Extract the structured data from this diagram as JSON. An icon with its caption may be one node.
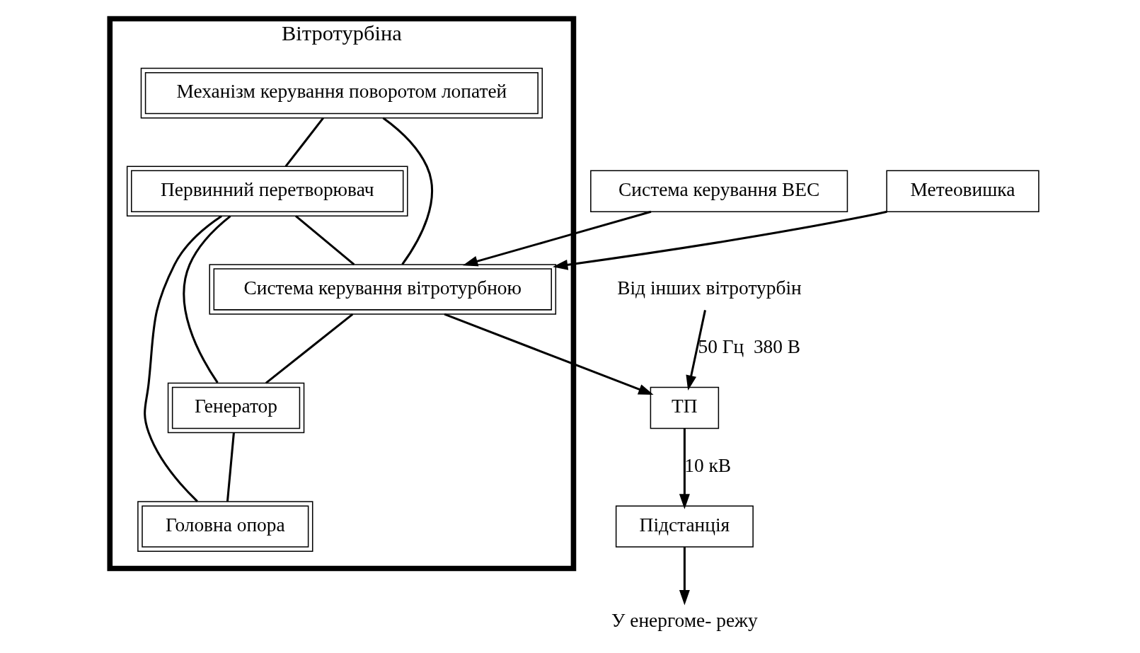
{
  "diagram": {
    "nodes": [
      {
        "text": [
          "Вітротурбіна"
        ]
      },
      {
        "text": [
          "Механізм керування поворотом лопатей"
        ],
        "in": 0
      },
      {
        "text": [
          "Система керування вітротурбною"
        ],
        "in": 0
      },
      {
        "text": [
          "Первинний перетворювач"
        ],
        "in": 0
      },
      {
        "text": [
          "Генератор"
        ],
        "in": 0
      },
      {
        "text": [
          "Головна опора"
        ],
        "in": 0
      },
      {
        "text": [
          "Система керування ВЕС"
        ]
      },
      {
        "text": [
          "Метеовишка"
        ]
      },
      {
        "text": [
          "ТП"
        ]
      },
      {
        "text": [
          "Підстанція"
        ]
      },
      {
        "text": [
          "Від інших вітротурбін"
        ]
      },
      {
        "text": [
          "У енергоме- режу"
        ]
      }
    ],
    "edges": [
      {
        "from": 1,
        "to": 2,
        "arrow": "none"
      },
      {
        "from": 1,
        "to": 3,
        "arrow": "none"
      },
      {
        "from": 3,
        "to": 2,
        "arrow": "none"
      },
      {
        "from": 2,
        "to": 4,
        "arrow": "none"
      },
      {
        "from": 3,
        "to": 4,
        "arrow": "none"
      },
      {
        "from": 3,
        "to": 5,
        "arrow": "none"
      },
      {
        "from": 4,
        "to": 5,
        "arrow": "none"
      },
      {
        "from": 6,
        "to": 2,
        "arrow": "to"
      },
      {
        "from": 7,
        "to": 2,
        "arrow": "to"
      },
      {
        "from": 2,
        "to": 8,
        "arrow": "to"
      },
      {
        "from": 10,
        "to": 8,
        "arrow": "to",
        "label": "50 Гц  380 В"
      },
      {
        "from": 8,
        "to": 9,
        "arrow": "to",
        "label": "10 кВ"
      },
      {
        "from": 9,
        "to": 11,
        "arrow": "to"
      }
    ]
  }
}
